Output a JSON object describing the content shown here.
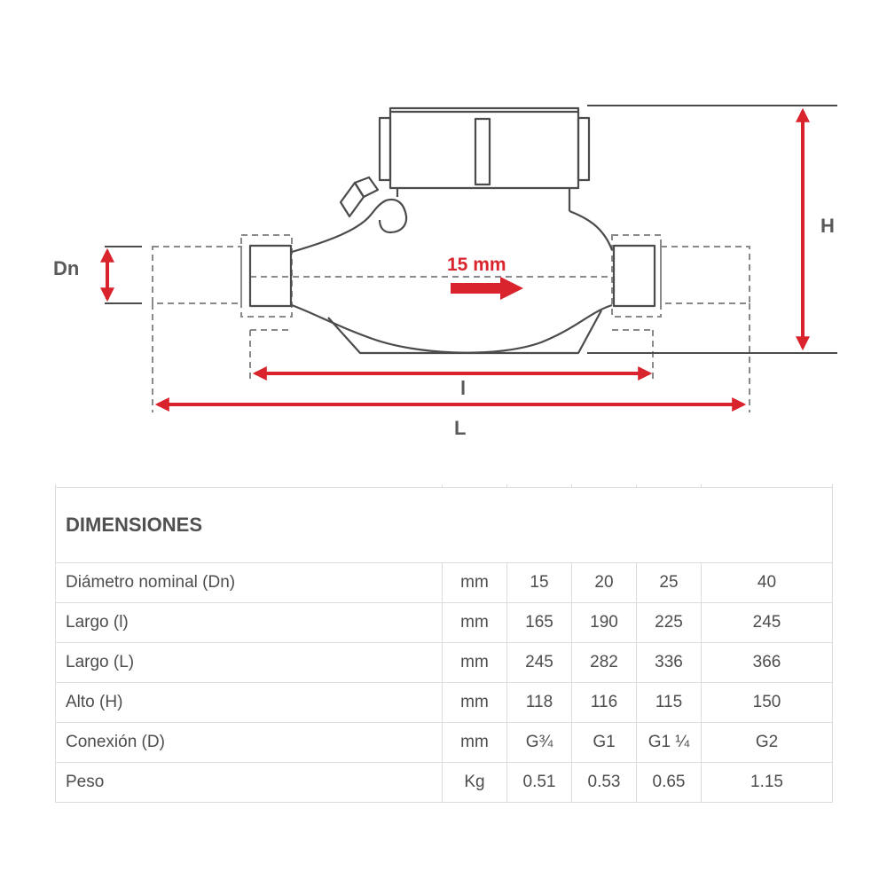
{
  "diagram": {
    "labels": {
      "dn": "Dn",
      "h": "H",
      "l_small": "l",
      "l_big": "L",
      "flow": "15 mm"
    },
    "colors": {
      "line": "#4b4b4b",
      "dash": "#8a8a8a",
      "arrow": "#d9232d"
    }
  },
  "table": {
    "title": "DIMENSIONES",
    "rows": [
      {
        "label": "Diámetro nominal (Dn)",
        "unit": "mm",
        "values": [
          "15",
          "20",
          "25",
          "40"
        ]
      },
      {
        "label": "Largo (l)",
        "unit": "mm",
        "values": [
          "165",
          "190",
          "225",
          "245"
        ]
      },
      {
        "label": "Largo (L)",
        "unit": "mm",
        "values": [
          "245",
          "282",
          "336",
          "366"
        ]
      },
      {
        "label": "Alto (H)",
        "unit": "mm",
        "values": [
          "118",
          "116",
          "115",
          "150"
        ]
      },
      {
        "label": "Conexión (D)",
        "unit": "mm",
        "values": [
          "G¾",
          "G1",
          "G1 ¼",
          "G2"
        ]
      },
      {
        "label": "Peso",
        "unit": "Kg",
        "values": [
          "0.51",
          "0.53",
          "0.65",
          "1.15"
        ]
      }
    ]
  }
}
